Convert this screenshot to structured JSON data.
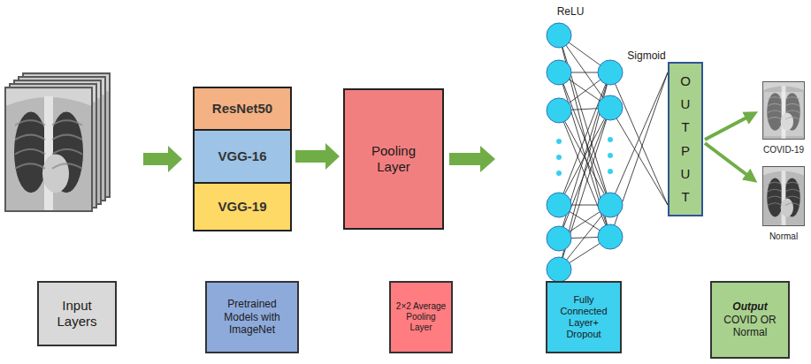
{
  "diagram": {
    "nodes": [
      {
        "text": [
          "ResNet50"
        ]
      },
      {
        "text": [
          "VGG-16"
        ]
      },
      {
        "text": [
          "VGG-19"
        ]
      },
      {
        "text": [
          "Pooling Layer"
        ]
      },
      {
        "text": [
          "OUTPUT"
        ]
      },
      {
        "text": [
          "Input Layers"
        ]
      },
      {
        "text": [
          "Pretrained Models with ImageNet"
        ]
      },
      {
        "text": [
          "2×2 Average Pooling Layer"
        ]
      },
      {
        "text": [
          "Fully Connected Layer+ Dropout"
        ]
      },
      {
        "text": [
          "Output",
          "COVID OR Normal"
        ]
      }
    ],
    "edges": [
      {
        "from": 1,
        "to": 3,
        "arrow": "to"
      }
    ],
    "labels": [
      "ReLU",
      "Sigmoid",
      "COVID-19",
      "Normal"
    ]
  }
}
